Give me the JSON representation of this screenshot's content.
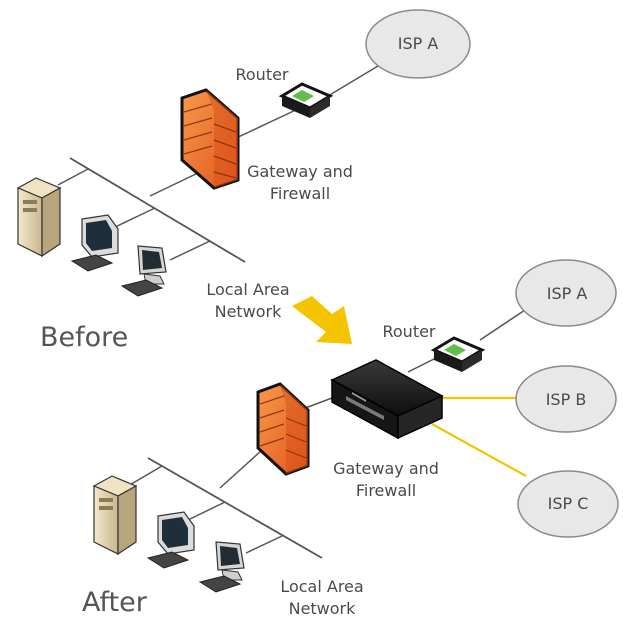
{
  "before": {
    "isp_a": "ISP A",
    "router": "Router",
    "gateway": "Gateway and\nFirewall",
    "lan": "Local Area\nNetwork",
    "title": "Before"
  },
  "after": {
    "isp_a": "ISP A",
    "isp_b": "ISP B",
    "isp_c": "ISP C",
    "router": "Router",
    "gateway": "Gateway and\nFirewall",
    "lan": "Local Area\nNetwork",
    "title": "After"
  },
  "colors": {
    "link": "#555555",
    "multi_isp_link": "#f2c500",
    "arrow": "#f5c400",
    "firewall": "#f07a2a",
    "isp_fill": "#e8e8e8"
  }
}
